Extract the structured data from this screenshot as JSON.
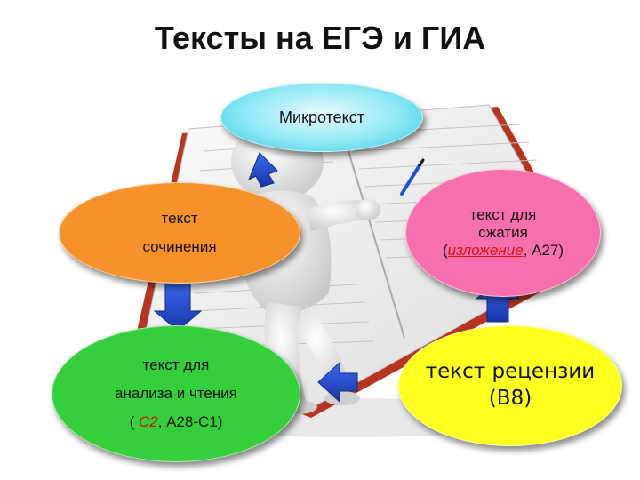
{
  "title": "Тексты на ЕГЭ и ГИА",
  "nodes": {
    "micro": {
      "label": "Микротекст"
    },
    "essay": {
      "line1": "текст",
      "line2": "сочинения"
    },
    "compress": {
      "line1": "текст для",
      "line2": "сжатия",
      "open": "(",
      "emph": "изложение",
      "rest": ", А27)"
    },
    "analysis": {
      "line1": "текст для",
      "line2": "анализа и чтения",
      "open": "( ",
      "emph": "С2",
      "rest": ", А28-С1)"
    },
    "review": {
      "line1": "текст рецензии",
      "line2": "(В8)"
    }
  },
  "colors": {
    "micro": "#8fe8f6",
    "essay": "#f7922a",
    "compress": "#f76fae",
    "analysis": "#35cf3c",
    "review": "#ffff1e",
    "arrow": "#1f4fd6",
    "accent_text": "#d41212"
  }
}
